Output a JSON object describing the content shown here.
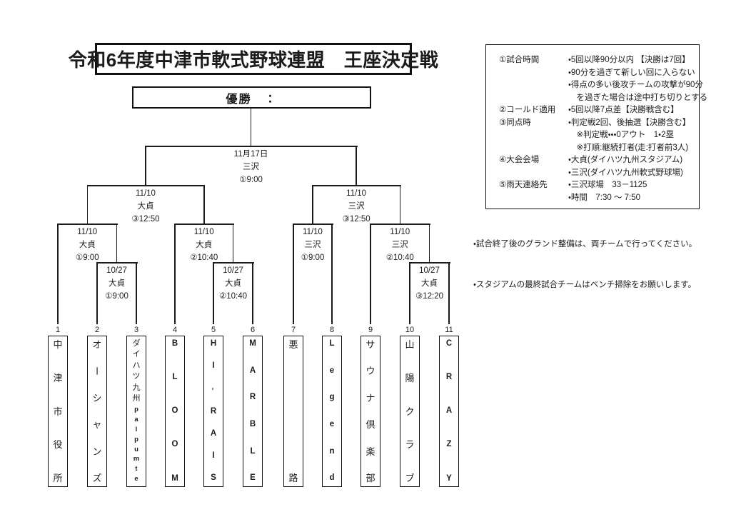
{
  "page_title": "令和6年度中津市軟式野球連盟　王座決定戦",
  "champion_label": "優勝　：",
  "rules_box": {
    "rows": [
      {
        "label": "①試合時間",
        "lines": [
          "・5回以降90分以内 【決勝は7回】",
          "・90分を過ぎて新しい回に入らない",
          "・得点の多い後攻チームの攻撃が90分",
          "　を過ぎた場合は途中打ち切りとする"
        ]
      },
      {
        "label": "②コールド適用",
        "lines": [
          "・5回以降7点差【決勝戦含む】"
        ]
      },
      {
        "label": "③同点時",
        "lines": [
          "・判定戦2回、後抽選【決勝含む】",
          "　※判定戦・・・0アウト　1・2塁",
          "　※打順:継続打者(走:打者前3人)"
        ]
      },
      {
        "label": "④大会会場",
        "lines": [
          "・大貞(ダイハツ九州スタジアム)",
          "・三沢(ダイハツ九州軟式野球場)"
        ]
      },
      {
        "label": "⑤雨天連絡先",
        "lines": [
          "・三沢球場　33－1125",
          "・時間　7:30 ～ 7:50"
        ]
      }
    ]
  },
  "notes": [
    "・試合終了後のグランド整備は、両チームで行ってください。",
    "・スタジアムの最終試合チームはベンチ掃除をお願いします。"
  ],
  "bracket": {
    "final": {
      "date": "11月17日",
      "venue": "三沢",
      "time": "①9:00"
    },
    "semifinals": [
      {
        "date": "11/10",
        "venue": "大貞",
        "time": "③12:50"
      },
      {
        "date": "11/10",
        "venue": "三沢",
        "time": "③12:50"
      }
    ],
    "quarterfinals": [
      {
        "date": "11/10",
        "venue": "大貞",
        "time": "①9:00"
      },
      {
        "date": "11/10",
        "venue": "大貞",
        "time": "②10:40"
      },
      {
        "date": "11/10",
        "venue": "三沢",
        "time": "①9:00"
      },
      {
        "date": "11/10",
        "venue": "三沢",
        "time": "②10:40"
      }
    ],
    "first_round": [
      {
        "date": "10/27",
        "venue": "大貞",
        "time": "①9:00"
      },
      {
        "date": "10/27",
        "venue": "大貞",
        "time": "②10:40"
      },
      {
        "date": "10/27",
        "venue": "大貞",
        "time": "③12:20"
      }
    ]
  },
  "teams": [
    {
      "seed": "1",
      "name": "中津市役所"
    },
    {
      "seed": "2",
      "name": "オーシャンズ"
    },
    {
      "seed": "3",
      "name": "ダイハツ九州palpumte"
    },
    {
      "seed": "4",
      "name": "BLOOM"
    },
    {
      "seed": "5",
      "name": "HI-RAIS"
    },
    {
      "seed": "6",
      "name": "MARBLE"
    },
    {
      "seed": "7",
      "name": "悪路"
    },
    {
      "seed": "8",
      "name": "Legend"
    },
    {
      "seed": "9",
      "name": "サウナ倶楽部"
    },
    {
      "seed": "10",
      "name": "山陽クラブ"
    },
    {
      "seed": "11",
      "name": "CRAZY"
    }
  ]
}
